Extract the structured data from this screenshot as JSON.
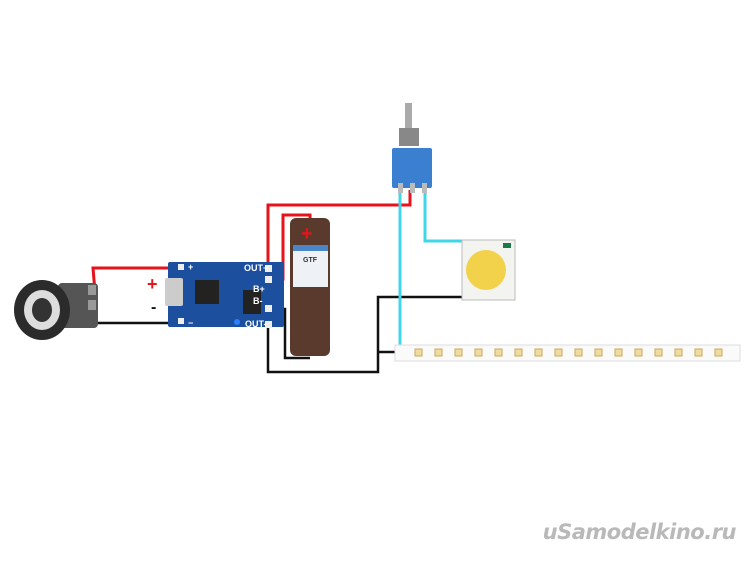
{
  "board": {
    "pin_plus": "+",
    "pin_minus": "−",
    "out_plus": "OUT+",
    "b_plus": "B+",
    "b_minus": "B-",
    "out_minus": "OUT-"
  },
  "input_polarity": {
    "plus": "+",
    "minus": "-"
  },
  "battery": {
    "plus_mark": "+",
    "label": "GTF"
  },
  "watermark": "uSamodelkino.ru",
  "colors": {
    "positive_wire": "#e8121b",
    "negative_wire": "#111111",
    "switched_wire": "#3fd6e8",
    "board": "#1c4f9e",
    "battery": "#5a3a2c"
  }
}
